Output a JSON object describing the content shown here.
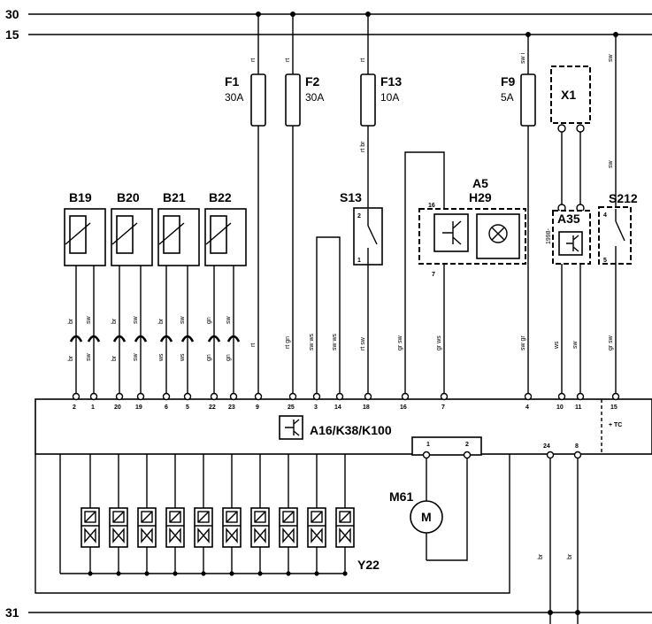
{
  "rails": {
    "r30": "30",
    "r15": "15",
    "r31": "31"
  },
  "fuses": [
    {
      "name": "F1",
      "rating": "30A",
      "wire": "rt"
    },
    {
      "name": "F2",
      "rating": "30A",
      "wire": "rt"
    },
    {
      "name": "F13",
      "rating": "10A",
      "wire": "rt",
      "wire_below": "rt br"
    },
    {
      "name": "F9",
      "rating": "5A",
      "wire": "sw i"
    }
  ],
  "sensors": [
    {
      "name": "B19",
      "pins": [
        "2",
        "1"
      ],
      "wires_top": [
        "br",
        "sw"
      ],
      "wires_bottom": [
        "br",
        "sw"
      ]
    },
    {
      "name": "B20",
      "pins": [
        "20",
        "19"
      ],
      "wires_top": [
        "br",
        "sw"
      ],
      "wires_bottom": [
        "br",
        "sw"
      ]
    },
    {
      "name": "B21",
      "pins": [
        "6",
        "5"
      ],
      "wires_top": [
        "br",
        "sw"
      ],
      "wires_bottom": [
        "ws",
        "ws"
      ]
    },
    {
      "name": "B22",
      "pins": [
        "22",
        "23"
      ],
      "wires_top": [
        "gn",
        "sw"
      ],
      "wires_bottom": [
        "gn",
        "gn"
      ]
    }
  ],
  "components": {
    "s13": {
      "name": "S13",
      "pin_top": "2",
      "pin_bottom": "1"
    },
    "a5": {
      "name": "A5",
      "name2": "H29",
      "pin_top": "16",
      "pin_bottom": "7"
    },
    "x1": {
      "name": "X1"
    },
    "a35": {
      "name": "A35",
      "side": "1998-"
    },
    "s212": {
      "name": "S212",
      "pin_top": "4",
      "pin_bottom": "5"
    },
    "m61": {
      "name": "M61",
      "symbol": "M"
    },
    "y22": {
      "name": "Y22"
    },
    "ecu": {
      "name": "A16/K38/K100",
      "tc": "+ TC",
      "motor_pins": [
        "1",
        "2"
      ]
    }
  },
  "ecu_pins": [
    {
      "pin": "9",
      "wire": "rt"
    },
    {
      "pin": "25",
      "wire": "rt gn"
    },
    {
      "pin": "3",
      "wire": "sw ws"
    },
    {
      "pin": "14",
      "wire": "sw ws"
    },
    {
      "pin": "18",
      "wire": "rt sw"
    },
    {
      "pin": "16",
      "wire": "gr sw"
    },
    {
      "pin": "7",
      "wire": "gr ws"
    },
    {
      "pin": "4",
      "wire": "sw gr"
    },
    {
      "pin": "10",
      "wire": "ws"
    },
    {
      "pin": "11",
      "wire": "sw"
    },
    {
      "pin": "15",
      "wire": "gr sw"
    }
  ],
  "ground_pins": [
    {
      "pin": "24",
      "wire": "br"
    },
    {
      "pin": "8",
      "wire": "br"
    }
  ],
  "s212_upper_wire": "sw",
  "x1_wire_upper": "sw"
}
